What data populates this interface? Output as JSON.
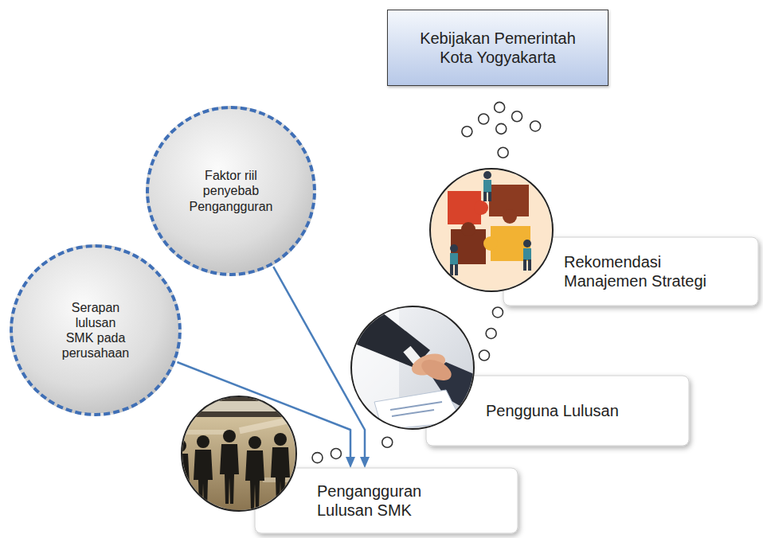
{
  "diagram": {
    "nodes": [
      {
        "text": [
          "Kebijakan Pemerintah Kota Yogyakarta"
        ]
      },
      {
        "text": [
          "Faktor riil penyebab Pengangguran"
        ]
      },
      {
        "text": [
          "Serapan lulusan SMK pada perusahaan"
        ]
      },
      {
        "text": [
          "Rekomendasi Manajemen Strategi"
        ]
      },
      {
        "text": [
          "Pengguna Lulusan"
        ]
      },
      {
        "text": [
          "Pengangguran Lulusan SMK"
        ]
      }
    ],
    "edges": [
      {
        "from": 1,
        "to": 5,
        "arrow": "to"
      },
      {
        "from": 2,
        "to": 5,
        "arrow": "to"
      },
      {
        "from": 5,
        "to": 4,
        "arrow": "none"
      },
      {
        "from": 4,
        "to": 3,
        "arrow": "none"
      },
      {
        "from": 3,
        "to": 0,
        "arrow": "to"
      }
    ]
  }
}
